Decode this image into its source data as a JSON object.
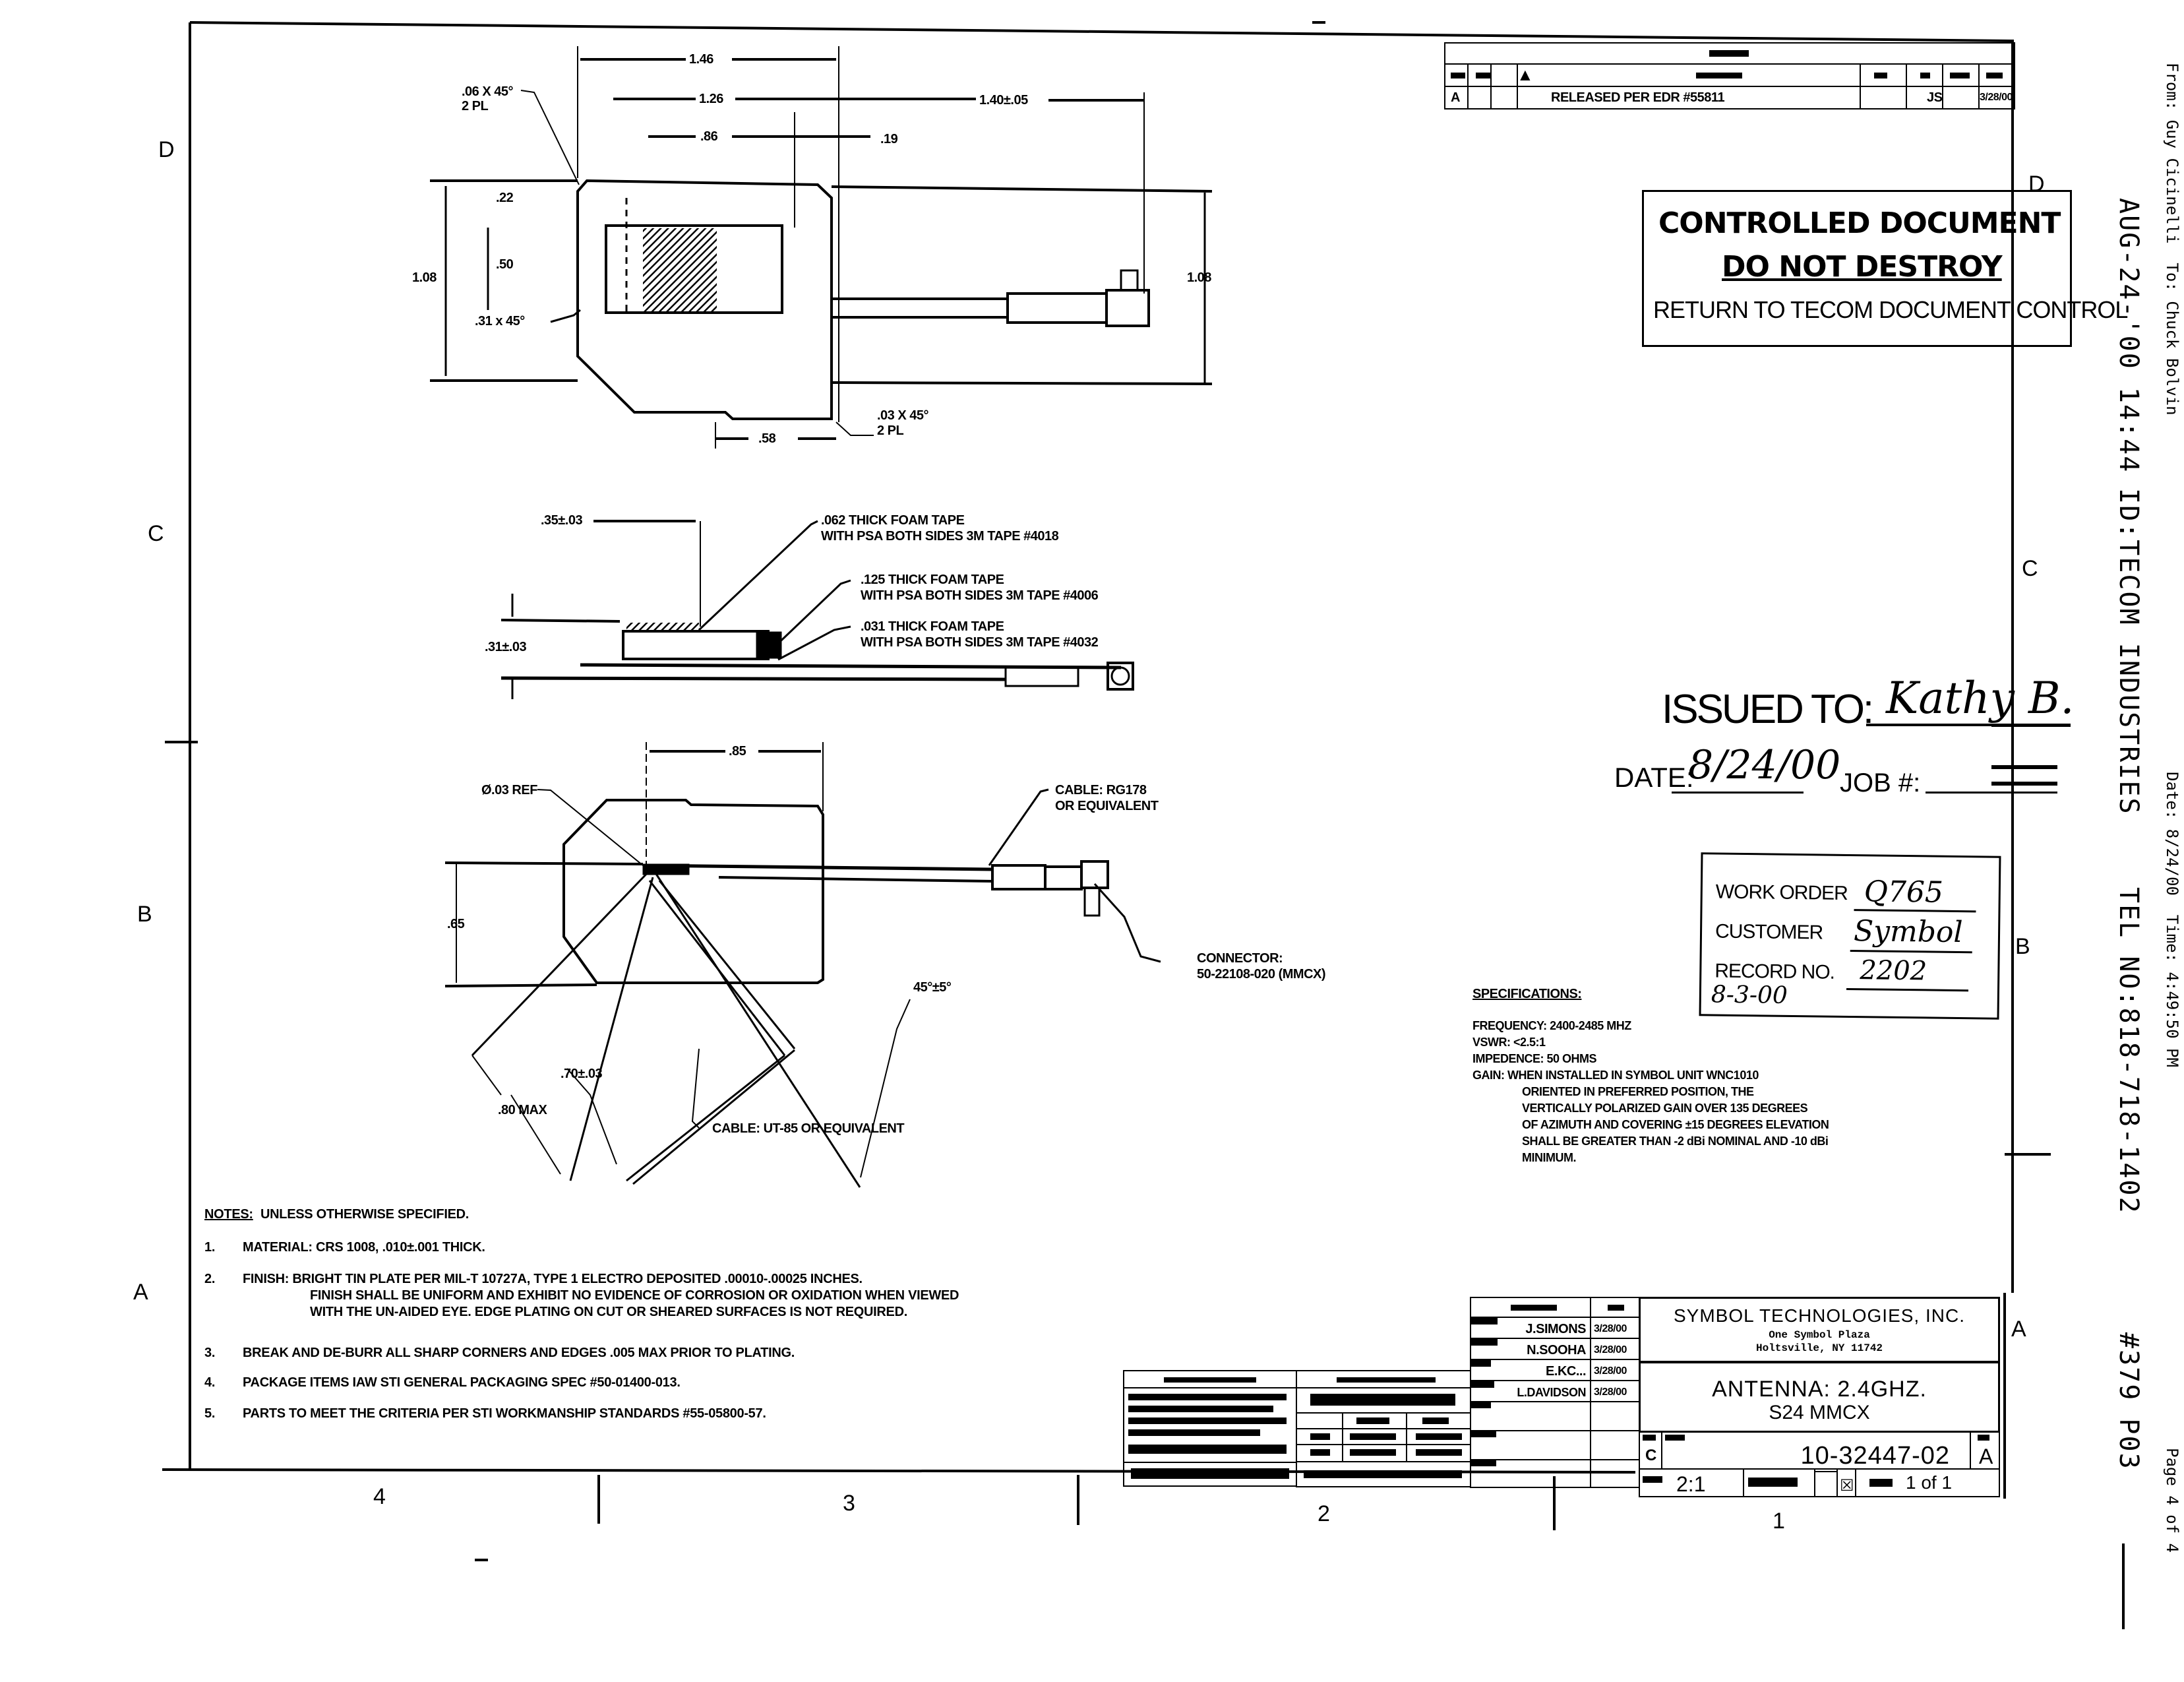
{
  "fax_header": {
    "from_to": "From: Guy Cicinelli  To: Chuck Bolvin",
    "date_time": "Date: 8/24/00  Time: 4:49:50 PM",
    "page": "Page 4 of 4",
    "sent_stamp": "AUG-24-'00 14:44",
    "sender_id": "ID:TECOM INDUSTRIES",
    "tel": "TEL NO:818-718-1402",
    "job": "#379 P03"
  },
  "zones": {
    "rows": [
      "D",
      "C",
      "B",
      "A"
    ],
    "cols": [
      "4",
      "3",
      "2",
      "1"
    ]
  },
  "revision_block": {
    "rev": "A",
    "description": "RELEASED PER EDR #55811",
    "by": "JS",
    "date": "3/28/00"
  },
  "controlled_stamp": {
    "line1": "CONTROLLED DOCUMENT",
    "line2": "DO NOT DESTROY",
    "line3": "RETURN TO TECOM DOCUMENT CONTROL"
  },
  "issue_stamp": {
    "issued_to_label": "ISSUED TO:",
    "issued_to_value": "Kathy B.",
    "date_label": "DATE:",
    "date_value": "8/24/00",
    "job_label": "JOB #:"
  },
  "work_order_stamp": {
    "work_order_label": "WORK ORDER",
    "work_order_value": "Q765",
    "customer_label": "CUSTOMER",
    "customer_value": "Symbol",
    "record_label": "RECORD NO.",
    "record_value": "2202",
    "record_date": "8-3-00"
  },
  "top_view": {
    "dim_overall": "1.46",
    "dim_body": "1.26",
    "dim_cable": "1.40±.05",
    "dim_86": ".86",
    "dim_19": ".19",
    "dim_22": ".22",
    "dim_50": ".50",
    "dim_height_left": "1.08",
    "dim_height_right": "1.08",
    "chamfer_top": ".06 X 45°",
    "chamfer_top_qty": "2 PL",
    "chamfer_left": ".31 x 45°",
    "chamfer_bottom": ".03 X 45°",
    "chamfer_bottom_qty": "2 PL",
    "dim_58": ".58"
  },
  "side_view": {
    "dim_35": ".35±.03",
    "dim_31": ".31±.03",
    "tape1_l1": ".062 THICK FOAM TAPE",
    "tape1_l2": "WITH PSA BOTH SIDES 3M TAPE #4018",
    "tape2_l1": ".125 THICK FOAM TAPE",
    "tape2_l2": "WITH PSA BOTH SIDES 3M TAPE #4006",
    "tape3_l1": ".031 THICK FOAM TAPE",
    "tape3_l2": "WITH PSA BOTH SIDES 3M TAPE #4032"
  },
  "bottom_view": {
    "dim_85": ".85",
    "hole": "Ø.03 REF",
    "dim_65": ".65",
    "cable1_l1": "CABLE: RG178",
    "cable1_l2": "OR EQUIVALENT",
    "connector_l1": "CONNECTOR:",
    "connector_l2": "50-22108-020 (MMCX)",
    "angle": "45°±5°",
    "dim_70": ".70±.03",
    "dim_80": ".80 MAX",
    "cable2": "CABLE: UT-85 OR EQUIVALENT"
  },
  "specifications": {
    "title": "SPECIFICATIONS:",
    "lines": [
      "FREQUENCY: 2400-2485 MHZ",
      "VSWR: <2.5:1",
      "IMPEDENCE: 50 OHMS",
      "GAIN: WHEN INSTALLED IN SYMBOL UNIT WNC1010",
      "ORIENTED IN PREFERRED POSITION, THE",
      "VERTICALLY POLARIZED GAIN OVER 135 DEGREES",
      "OF AZIMUTH AND COVERING ±15 DEGREES ELEVATION",
      "SHALL BE GREATER THAN -2 dBi NOMINAL AND -10 dBi",
      "MINIMUM."
    ]
  },
  "notes": {
    "title": "NOTES:",
    "subtitle": "UNLESS OTHERWISE SPECIFIED.",
    "items": [
      {
        "num": "1.",
        "lines": [
          "MATERIAL: CRS 1008, .010±.001 THICK."
        ]
      },
      {
        "num": "2.",
        "lines": [
          "FINISH: BRIGHT TIN PLATE PER MIL-T 10727A, TYPE 1 ELECTRO DEPOSITED .00010-.00025 INCHES.",
          "FINISH SHALL BE UNIFORM AND EXHIBIT NO EVIDENCE OF CORROSION OR OXIDATION WHEN VIEWED",
          "WITH THE UN-AIDED EYE. EDGE PLATING ON CUT OR SHEARED SURFACES IS NOT REQUIRED."
        ]
      },
      {
        "num": "3.",
        "lines": [
          "BREAK AND DE-BURR ALL SHARP CORNERS AND EDGES .005 MAX PRIOR TO PLATING."
        ]
      },
      {
        "num": "4.",
        "lines": [
          "PACKAGE ITEMS IAW STI GENERAL PACKAGING SPEC #50-01400-013."
        ]
      },
      {
        "num": "5.",
        "lines": [
          "PARTS TO MEET THE CRITERIA PER STI WORKMANSHIP STANDARDS #55-05800-57."
        ]
      }
    ]
  },
  "title_block": {
    "approvals": [
      {
        "name": "J.SIMONS",
        "date": "3/28/00"
      },
      {
        "name": "N.SOOHA",
        "date": "3/28/00"
      },
      {
        "name": "E.KC...",
        "date": "3/28/00"
      },
      {
        "name": "L.DAVIDSON",
        "date": "3/28/00"
      }
    ],
    "company": "SYMBOL TECHNOLOGIES, INC.",
    "address1": "One Symbol Plaza",
    "address2": "Holtsville, NY 11742",
    "title_l1": "ANTENNA: 2.4GHZ.",
    "title_l2": "S24 MMCX",
    "size": "C",
    "dwg_no": "10-32447-02",
    "rev": "A",
    "scale_value": "2:1",
    "sheet": "1 of 1"
  }
}
